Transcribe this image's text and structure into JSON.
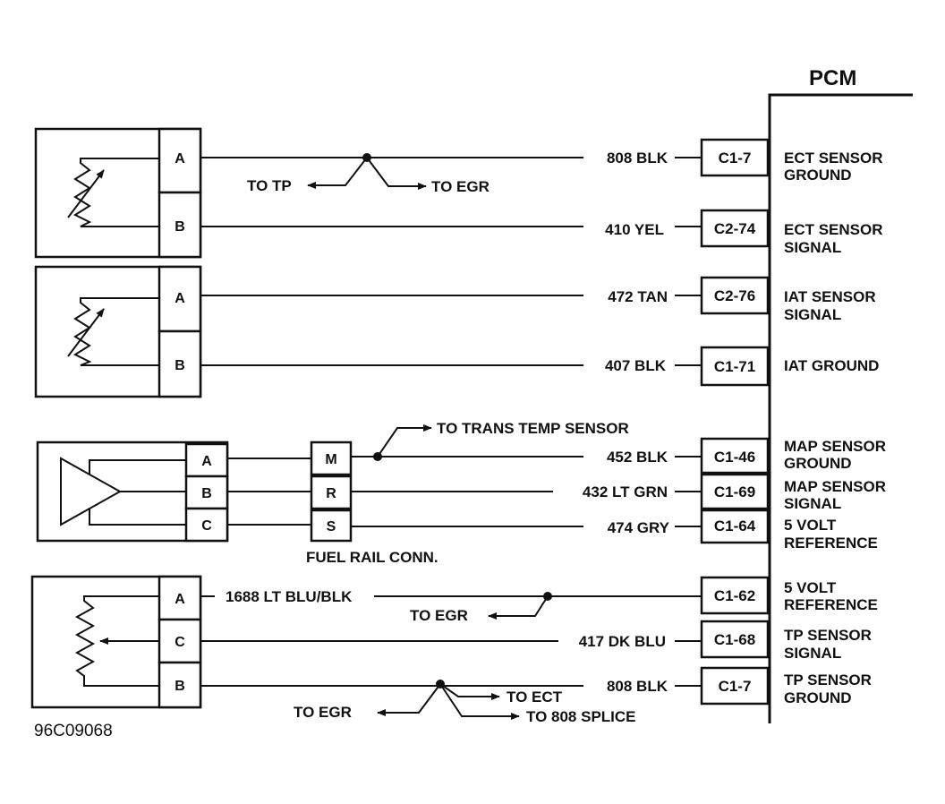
{
  "pcm": {
    "title": "PCM"
  },
  "diagram_id": "96C09068",
  "components": {
    "ect": {
      "pins": [
        "A",
        "B"
      ]
    },
    "iat": {
      "pins": [
        "A",
        "B"
      ]
    },
    "map": {
      "pins": [
        "A",
        "B",
        "C"
      ]
    },
    "fuel_rail": {
      "pins": [
        "M",
        "R",
        "S"
      ],
      "label": "FUEL RAIL CONN."
    },
    "tp": {
      "pins": [
        "A",
        "C",
        "B"
      ]
    }
  },
  "circuits": [
    {
      "wire": "808 BLK",
      "terminal": "C1-7",
      "function": [
        "ECT SENSOR",
        "GROUND"
      ]
    },
    {
      "wire": "410 YEL",
      "terminal": "C2-74",
      "function": [
        "ECT SENSOR",
        "SIGNAL"
      ]
    },
    {
      "wire": "472 TAN",
      "terminal": "C2-76",
      "function": [
        "IAT SENSOR",
        "SIGNAL"
      ]
    },
    {
      "wire": "407 BLK",
      "terminal": "C1-71",
      "function": [
        "IAT GROUND",
        ""
      ]
    },
    {
      "wire": "452 BLK",
      "terminal": "C1-46",
      "function": [
        "MAP SENSOR",
        "GROUND"
      ]
    },
    {
      "wire": "432 LT GRN",
      "terminal": "C1-69",
      "function": [
        "MAP SENSOR",
        "SIGNAL"
      ]
    },
    {
      "wire": "474 GRY",
      "terminal": "C1-64",
      "function": [
        "5 VOLT",
        "REFERENCE"
      ]
    },
    {
      "wire": "1688 LT BLU/BLK",
      "terminal": "C1-62",
      "function": [
        "5 VOLT",
        "REFERENCE"
      ]
    },
    {
      "wire": "417 DK BLU",
      "terminal": "C1-68",
      "function": [
        "TP SENSOR",
        "SIGNAL"
      ]
    },
    {
      "wire": "808 BLK",
      "terminal": "C1-7",
      "function": [
        "TP SENSOR",
        "GROUND"
      ]
    }
  ],
  "branches": {
    "to_tp": "TO TP",
    "to_egr_1": "TO EGR",
    "to_trans_temp": "TO TRANS TEMP SENSOR",
    "to_egr_2": "TO EGR",
    "to_egr_3": "TO EGR",
    "to_ect": "TO ECT",
    "to_808_splice": "TO 808 SPLICE"
  }
}
